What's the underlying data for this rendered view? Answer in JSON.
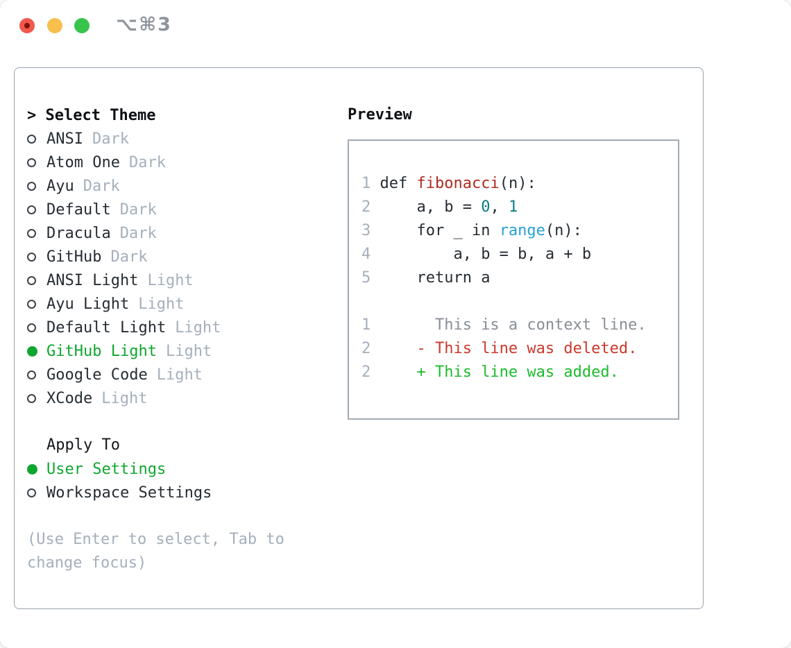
{
  "window": {
    "title": "⌥⌘3",
    "controls": [
      {
        "icon": "close-button",
        "note": "red with dark dot"
      },
      {
        "icon": "minimize-button"
      },
      {
        "icon": "zoom-button"
      }
    ]
  },
  "theme_panel": {
    "header": {
      "prefix": "> ",
      "label": "Select Theme"
    },
    "themes": [
      {
        "name": "ANSI",
        "variant": "Dark",
        "selected": false
      },
      {
        "name": "Atom One",
        "variant": "Dark",
        "selected": false
      },
      {
        "name": "Ayu",
        "variant": "Dark",
        "selected": false
      },
      {
        "name": "Default",
        "variant": "Dark",
        "selected": false
      },
      {
        "name": "Dracula",
        "variant": "Dark",
        "selected": false
      },
      {
        "name": "GitHub",
        "variant": "Dark",
        "selected": false
      },
      {
        "name": "ANSI Light",
        "variant": "Light",
        "selected": false
      },
      {
        "name": "Ayu Light",
        "variant": "Light",
        "selected": false
      },
      {
        "name": "Default Light",
        "variant": "Light",
        "selected": false
      },
      {
        "name": "GitHub Light",
        "variant": "Light",
        "selected": true
      },
      {
        "name": "Google Code",
        "variant": "Light",
        "selected": false
      },
      {
        "name": "XCode",
        "variant": "Light",
        "selected": false
      }
    ],
    "apply_to": {
      "label": "Apply To",
      "options": [
        {
          "name": "User Settings",
          "selected": true
        },
        {
          "name": "Workspace Settings",
          "selected": false
        }
      ]
    },
    "hint": "(Use Enter to select, Tab to change focus)"
  },
  "preview": {
    "label": "Preview",
    "lines": [
      {
        "num": "1",
        "segments": [
          {
            "t": " def ",
            "c": "code"
          },
          {
            "t": "fibonacci",
            "c": "function"
          },
          {
            "t": "(n):",
            "c": "code"
          }
        ]
      },
      {
        "num": "2",
        "segments": [
          {
            "t": "     a, b = ",
            "c": "code"
          },
          {
            "t": "0",
            "c": "number"
          },
          {
            "t": ", ",
            "c": "code"
          },
          {
            "t": "1",
            "c": "number"
          }
        ]
      },
      {
        "num": "3",
        "segments": [
          {
            "t": "     for _ in ",
            "c": "code"
          },
          {
            "t": "range",
            "c": "builtin"
          },
          {
            "t": "(n):",
            "c": "code"
          }
        ]
      },
      {
        "num": "4",
        "segments": [
          {
            "t": "         a, b = b, a + b",
            "c": "code"
          }
        ]
      },
      {
        "num": "5",
        "segments": [
          {
            "t": "     return a",
            "c": "code"
          }
        ]
      },
      {
        "num": "",
        "segments": []
      },
      {
        "num": "1",
        "segments": [
          {
            "t": "       This is a context line.",
            "c": "context"
          }
        ]
      },
      {
        "num": "2",
        "segments": [
          {
            "t": "     - This line was deleted.",
            "c": "deleted"
          }
        ]
      },
      {
        "num": "2",
        "segments": [
          {
            "t": "     + This line was added.",
            "c": "added"
          }
        ]
      }
    ]
  },
  "colors": {
    "text_dark": "#262c33",
    "muted_gray": "#a5afbb",
    "context_gray": "#878e95",
    "selected_green": "#0fa62f",
    "added_green": "#1dbb2c",
    "deleted_red": "#cb382b",
    "function_red": "#af2a20",
    "number_teal": "#0c7d85",
    "builtin_blue": "#27a0d6",
    "panel_border": "#99a2ac",
    "traffic_red": "#f2574d",
    "traffic_red_dot": "#7c1309",
    "traffic_yellow": "#f6bf4e",
    "traffic_green": "#38c44c",
    "title_gray": "#8e949d"
  }
}
